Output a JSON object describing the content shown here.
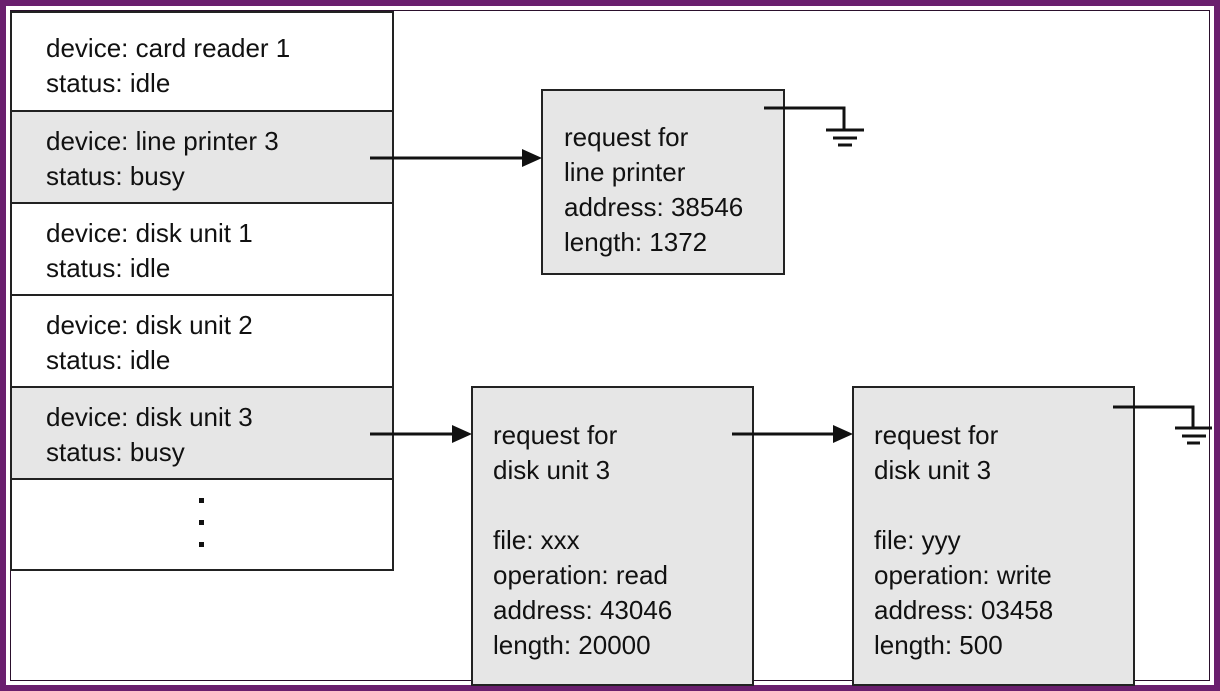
{
  "colors": {
    "frame": "#6a1f6e",
    "shaded": "#e6e6e6",
    "line": "#111111"
  },
  "device_table": [
    {
      "device": "device: card reader 1",
      "status": "status: idle",
      "shaded": false
    },
    {
      "device": "device: line printer 3",
      "status": "status: busy",
      "shaded": true
    },
    {
      "device": "device: disk unit 1",
      "status": "status: idle",
      "shaded": false
    },
    {
      "device": "device: disk unit 2",
      "status": "status: idle",
      "shaded": false
    },
    {
      "device": "device: disk unit 3",
      "status": "status: busy",
      "shaded": true
    }
  ],
  "requests": {
    "printer": {
      "lines": [
        "request for",
        "line printer",
        "address: 38546",
        "length: 1372"
      ]
    },
    "disk_a": {
      "lines": [
        "request for",
        "disk unit 3",
        "",
        "file: xxx",
        "operation: read",
        "address: 43046",
        "length: 20000"
      ]
    },
    "disk_b": {
      "lines": [
        "request for",
        "disk unit 3",
        "",
        "file: yyy",
        "operation: write",
        "address: 03458",
        "length: 500"
      ]
    }
  }
}
